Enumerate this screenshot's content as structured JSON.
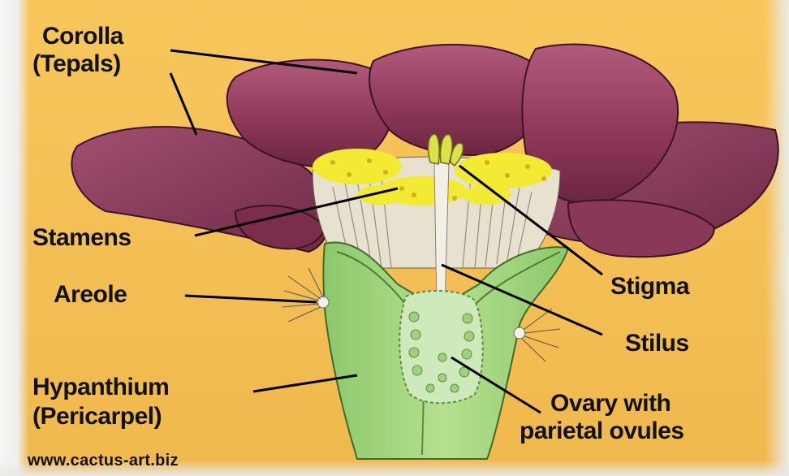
{
  "labels": {
    "corolla": "Corolla",
    "tepals": "(Tepals)",
    "stamens": "Stamens",
    "areole": "Areole",
    "hypanthium": "Hypanthium",
    "pericarpel": "(Pericarpel)",
    "stigma": "Stigma",
    "stilus": "Stilus",
    "ovary_line1": "Ovary with",
    "ovary_line2": "parietal ovules"
  },
  "watermark": "www.cactus-art.biz",
  "colors": {
    "background": "#f5c45a",
    "tepal": "#9a3f63",
    "tepal_dark": "#6e2a45",
    "pericarpel": "#9bd07a",
    "pollen": "#f2ea33",
    "label_text": "#111111"
  }
}
